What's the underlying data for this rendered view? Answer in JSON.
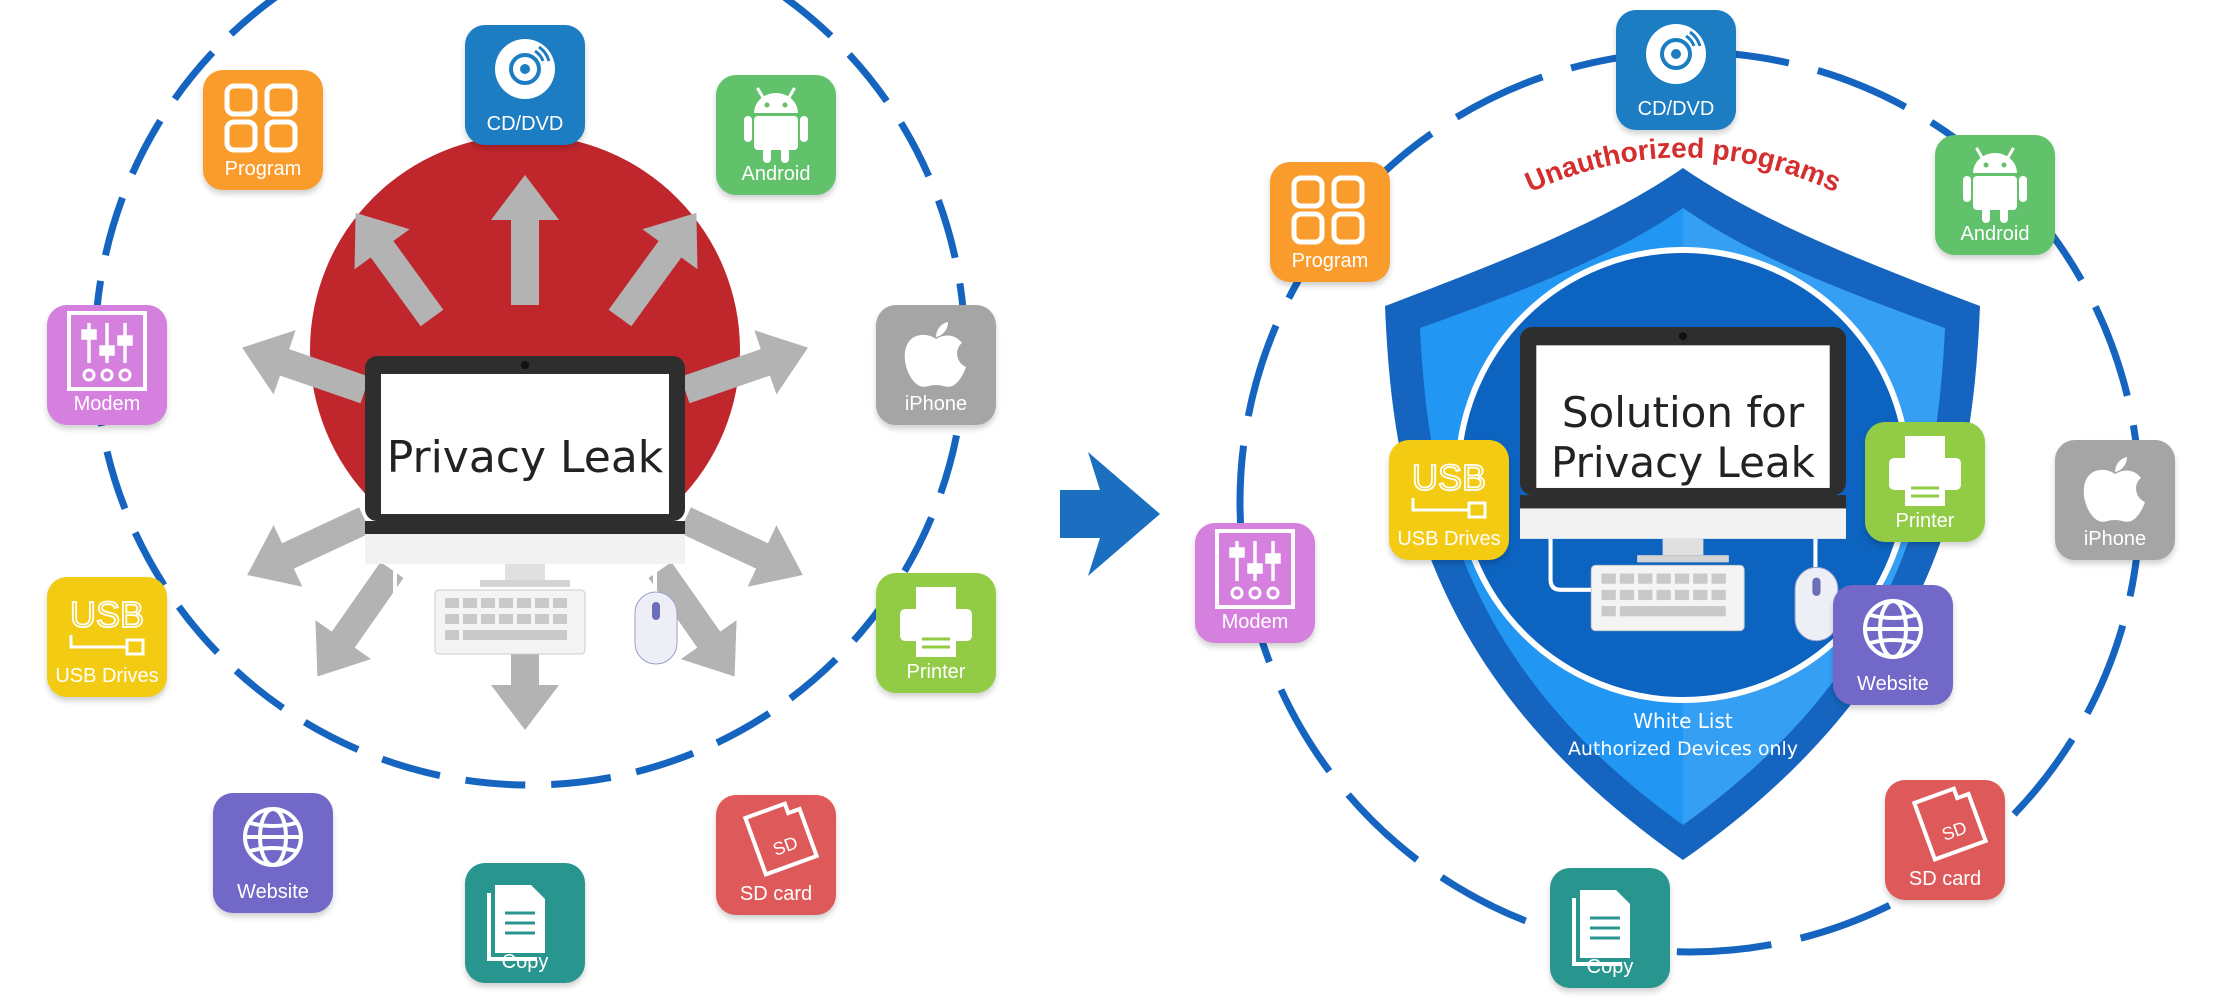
{
  "left_diagram": {
    "center_label": "Privacy Leak",
    "nodes": [
      {
        "label": "Program",
        "icon": "program-icon",
        "color": "#fa9c2b"
      },
      {
        "label": "CD/DVD",
        "icon": "disc-icon",
        "color": "#1c7dc3"
      },
      {
        "label": "Android",
        "icon": "android-icon",
        "color": "#62c26c"
      },
      {
        "label": "iPhone",
        "icon": "apple-icon",
        "color": "#a5a5a5"
      },
      {
        "label": "Modem",
        "icon": "modem-icon",
        "color": "#d57fde"
      },
      {
        "label": "Printer",
        "icon": "printer-icon",
        "color": "#92cc47"
      },
      {
        "label": "USB Drives",
        "icon": "usb-icon",
        "color": "#f3cb13"
      },
      {
        "label": "Website",
        "icon": "globe-icon",
        "color": "#7168c8"
      },
      {
        "label": "Copy",
        "icon": "copy-icon",
        "color": "#28968f"
      },
      {
        "label": "SD card",
        "icon": "sd-card-icon",
        "color": "#de5a5a"
      }
    ]
  },
  "right_diagram": {
    "center_label_line1": "Solution for",
    "center_label_line2": "Privacy Leak",
    "arc_text": "Unauthorized programs",
    "whitelist_title": "White List",
    "whitelist_subtitle": "Authorized Devices only",
    "nodes": [
      {
        "label": "CD/DVD",
        "icon": "disc-icon",
        "color": "#1c7dc3"
      },
      {
        "label": "Program",
        "icon": "program-icon",
        "color": "#fa9c2b"
      },
      {
        "label": "Android",
        "icon": "android-icon",
        "color": "#62c26c"
      },
      {
        "label": "iPhone",
        "icon": "apple-icon",
        "color": "#a5a5a5"
      },
      {
        "label": "Modem",
        "icon": "modem-icon",
        "color": "#d57fde"
      },
      {
        "label": "USB Drives",
        "icon": "usb-icon",
        "color": "#f3cb13"
      },
      {
        "label": "Printer",
        "icon": "printer-icon",
        "color": "#92cc47"
      },
      {
        "label": "Website",
        "icon": "globe-icon",
        "color": "#7168c8"
      },
      {
        "label": "SD card",
        "icon": "sd-card-icon",
        "color": "#de5a5a"
      },
      {
        "label": "Copy",
        "icon": "copy-icon",
        "color": "#28968f"
      }
    ]
  },
  "colors": {
    "ring": "#1565c0",
    "leak_circle": "#c0272d",
    "arrow_gray": "#b3b3b3",
    "transition_arrow": "#1c6fc0",
    "shield_outer": "#1565c0",
    "shield_inner": "#2196f3",
    "arc_text": "#d32f2f"
  }
}
